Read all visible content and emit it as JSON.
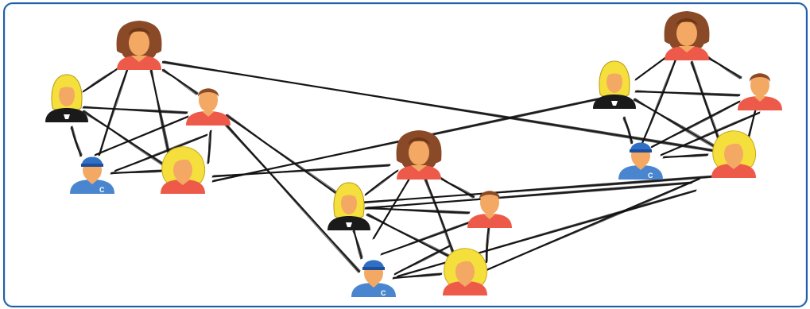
{
  "diagram": {
    "kind": "social-network-graph",
    "clusters": 3,
    "node_roles": [
      "woman-brown-hair",
      "woman-blonde-dark-shirt",
      "man",
      "man-blue-cap",
      "woman-blonde"
    ],
    "badge_text": "C",
    "colors": {
      "frame": "#1f5fa8",
      "edge": "#111111",
      "red_shirt": "#ee5a4a",
      "blue_shirt": "#4a86cf",
      "black_shirt": "#1a1a1a",
      "skin": "#f3a963",
      "brown_hair": "#8a4a28",
      "blonde_hair": "#f4df3c",
      "cap": "#2f6fc4"
    }
  }
}
